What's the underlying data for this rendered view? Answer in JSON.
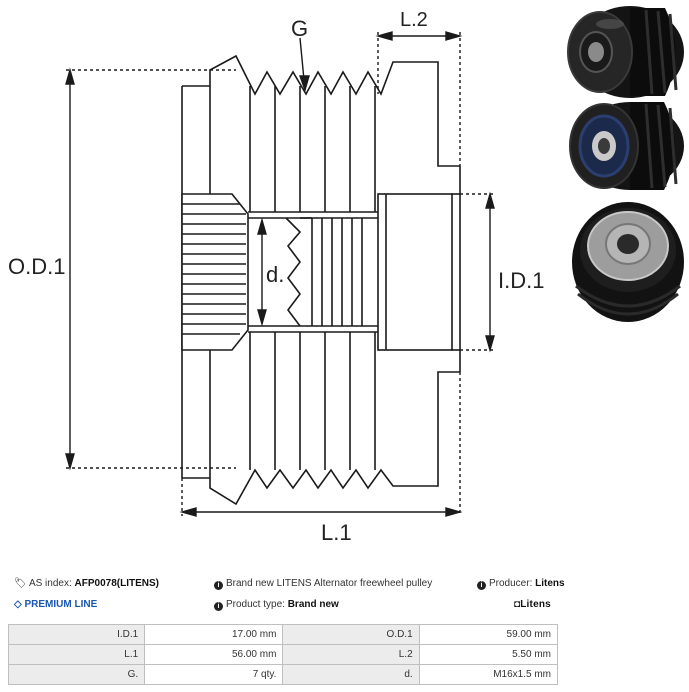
{
  "diagram": {
    "labels": {
      "g": "G",
      "l2": "L.2",
      "od1": "O.D.1",
      "d": "d.",
      "id1": "I.D.1",
      "l1": "L.1"
    }
  },
  "info": {
    "as_index_label": "AS index:",
    "as_index_value": "AFP0078(LITENS)",
    "description": "Brand new LITENS Alternator freewheel pulley",
    "producer_label": "Producer:",
    "producer_value": "Litens",
    "premium_line": "PREMIUM LINE",
    "product_type_label": "Product type:",
    "product_type_value": "Brand new",
    "brand_logo": "Litens"
  },
  "specs": [
    {
      "label_left": "I.D.1",
      "value_left": "17.00 mm",
      "label_right": "O.D.1",
      "value_right": "59.00 mm"
    },
    {
      "label_left": "L.1",
      "value_left": "56.00 mm",
      "label_right": "L.2",
      "value_right": "5.50 mm"
    },
    {
      "label_left": "G.",
      "value_left": "7 qty.",
      "label_right": "d.",
      "value_right": "M16x1.5 mm"
    }
  ],
  "colors": {
    "accent": "#1a56b0",
    "table_header": "#ececec",
    "border": "#bfbfbf"
  }
}
